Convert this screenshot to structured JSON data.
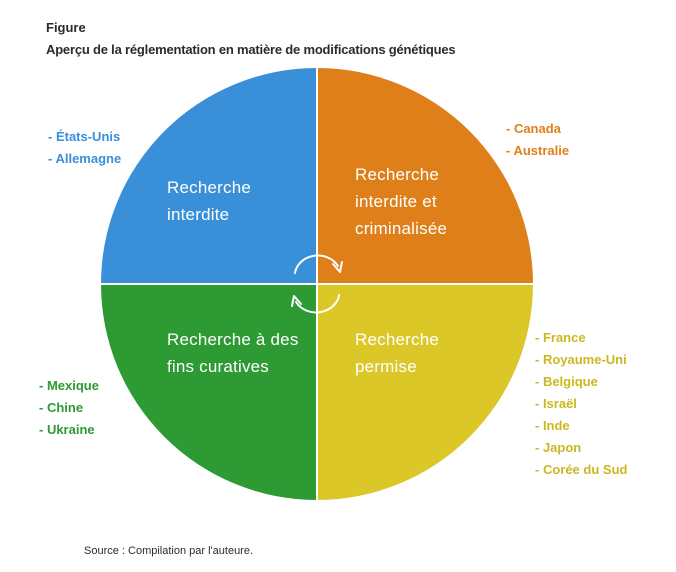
{
  "figure": {
    "label": "Figure",
    "title": "Aperçu de la réglementation en matière de modifications génétiques",
    "source": "Source : Compilation par l'auteure."
  },
  "colors": {
    "blue": "#3a8fd9",
    "orange": "#de7f1a",
    "green": "#2d9a34",
    "yellow": "#dbc828",
    "arrows": "#ffffff"
  },
  "quadrants": {
    "top_left": {
      "lines": [
        "Recherche",
        "interdite"
      ],
      "countries": [
        "- États-Unis",
        "- Allemagne"
      ]
    },
    "top_right": {
      "lines": [
        "Recherche",
        "interdite et",
        "criminalisée"
      ],
      "countries": [
        "- Canada",
        "- Australie"
      ]
    },
    "bottom_left": {
      "lines": [
        "Recherche à des",
        "fins curatives"
      ],
      "countries": [
        "- Mexique",
        "- Chine",
        "- Ukraine"
      ]
    },
    "bottom_right": {
      "lines": [
        "Recherche",
        "permise"
      ],
      "countries": [
        "- France",
        "- Royaume-Uni",
        "- Belgique",
        "- Israël",
        "- Inde",
        "- Japon",
        "- Corée du Sud"
      ]
    }
  },
  "center_icon": "cycle-arrows-icon"
}
